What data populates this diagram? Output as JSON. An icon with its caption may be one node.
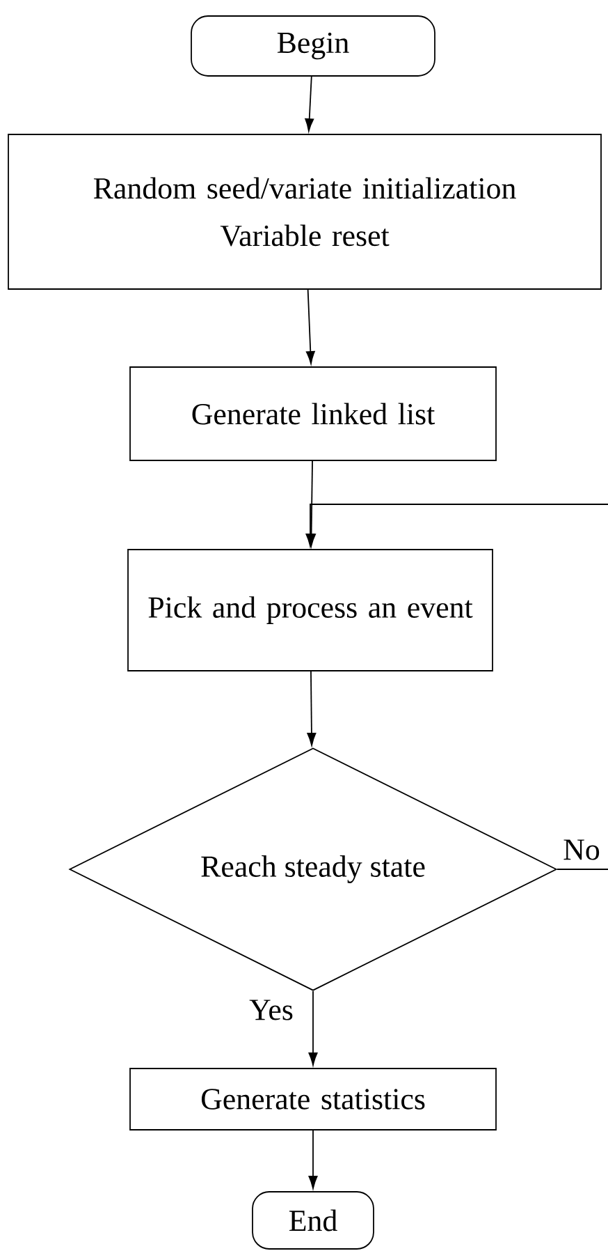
{
  "diagram": {
    "nodes": [
      {
        "text": [
          "Begin"
        ]
      },
      {
        "text": [
          "Random seed/variate initialization",
          "Variable reset"
        ]
      },
      {
        "text": [
          "Generate linked list"
        ]
      },
      {
        "text": [
          "Pick and process an event"
        ]
      },
      {
        "text": [
          "Reach steady state"
        ]
      },
      {
        "text": [
          "Generate statistics"
        ]
      },
      {
        "text": [
          "End"
        ]
      }
    ],
    "edges": [
      {
        "from": 0,
        "to": 1,
        "arrow": "to"
      },
      {
        "from": 1,
        "to": 2,
        "arrow": "to"
      },
      {
        "from": 2,
        "to": 3,
        "arrow": "to"
      },
      {
        "from": 3,
        "to": 4,
        "arrow": "to"
      },
      {
        "from": 4,
        "to": 5,
        "arrow": "to",
        "label": "Yes"
      },
      {
        "from": 5,
        "to": 6,
        "arrow": "to"
      },
      {
        "from": 4,
        "to": null,
        "arrow": "none",
        "label": "No"
      },
      {
        "from": null,
        "to": 3,
        "arrow": "to"
      }
    ]
  }
}
